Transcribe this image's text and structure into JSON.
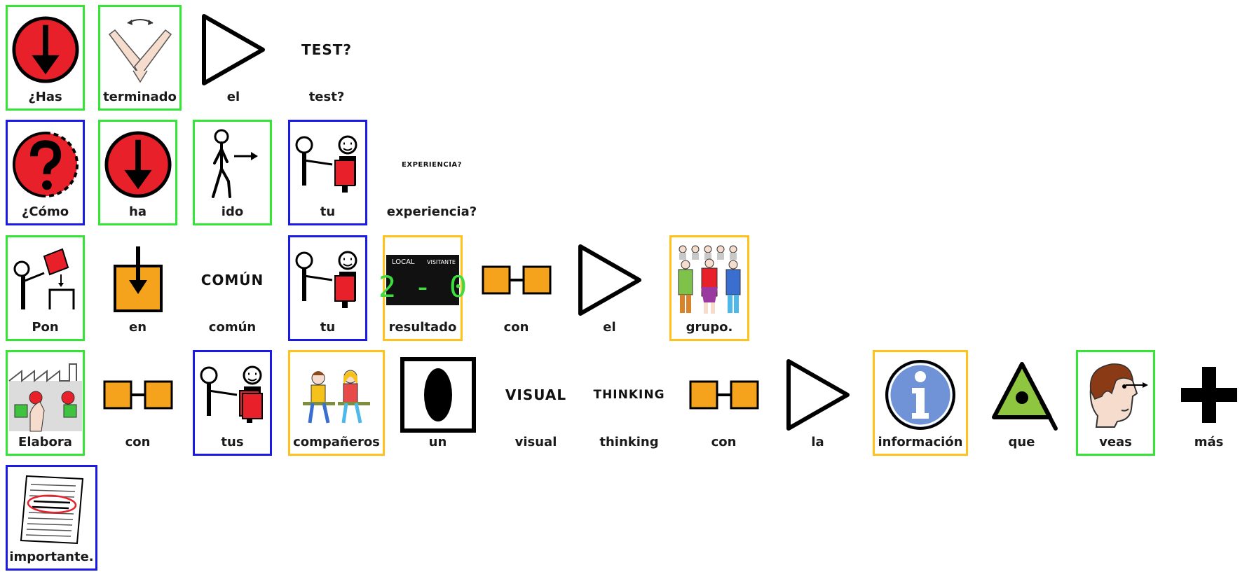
{
  "colors": {
    "green": "#33e633",
    "blue": "#1a1ae6",
    "yellow": "#ffc21a",
    "red": "#e8202a",
    "orange": "#f5a21c"
  },
  "rows": [
    {
      "cells": [
        {
          "label": "¿Has",
          "icon": "down-arrow-circle-icon",
          "border": "green"
        },
        {
          "label": "terminado",
          "icon": "crossed-hands-icon",
          "border": "green"
        },
        {
          "label": "el",
          "icon": "triangle-outline-icon",
          "border": "none"
        },
        {
          "label": "test?",
          "icon": "word-image",
          "word": "TEST?",
          "border": "none"
        }
      ]
    },
    {
      "cells": [
        {
          "label": "¿Cómo",
          "icon": "question-circle-icon",
          "border": "blue"
        },
        {
          "label": "ha",
          "icon": "down-arrow-circle-icon",
          "border": "green"
        },
        {
          "label": "ido",
          "icon": "walking-person-icon",
          "border": "green"
        },
        {
          "label": "tu",
          "icon": "giving-person-icon",
          "border": "blue"
        },
        {
          "label": "experiencia?",
          "icon": "word-image",
          "word": "EXPERIENCIA?",
          "border": "none"
        }
      ]
    },
    {
      "cells": [
        {
          "label": "Pon",
          "icon": "put-box-icon",
          "border": "green"
        },
        {
          "label": "en",
          "icon": "into-box-icon",
          "border": "none"
        },
        {
          "label": "común",
          "icon": "word-image",
          "word": "COMÚN",
          "border": "none"
        },
        {
          "label": "tu",
          "icon": "giving-person-icon",
          "border": "blue"
        },
        {
          "label": "resultado",
          "icon": "scoreboard-icon",
          "border": "yellow",
          "score": {
            "local": "LOCAL",
            "visitor": "VISITANTE",
            "value": "2 - 0"
          }
        },
        {
          "label": "con",
          "icon": "linked-squares-icon",
          "border": "none"
        },
        {
          "label": "el",
          "icon": "triangle-outline-icon",
          "border": "none"
        },
        {
          "label": "grupo.",
          "icon": "group-people-icon",
          "border": "yellow"
        }
      ]
    },
    {
      "cells": [
        {
          "label": "Elabora",
          "icon": "factory-buttons-icon",
          "border": "green"
        },
        {
          "label": "con",
          "icon": "linked-squares-icon",
          "border": "none"
        },
        {
          "label": "tus",
          "icon": "giving-person-icon",
          "border": "blue"
        },
        {
          "label": "compañeros",
          "icon": "classmates-icon",
          "border": "yellow"
        },
        {
          "label": "un",
          "icon": "ellipse-box-icon",
          "border": "none"
        },
        {
          "label": "visual",
          "icon": "word-image",
          "word": "VISUAL",
          "border": "none"
        },
        {
          "label": "thinking",
          "icon": "word-image",
          "word": "THINKING",
          "border": "none"
        },
        {
          "label": "con",
          "icon": "linked-squares-icon",
          "border": "none"
        },
        {
          "label": "la",
          "icon": "triangle-outline-icon",
          "border": "none"
        },
        {
          "label": "información",
          "icon": "info-circle-icon",
          "border": "yellow"
        },
        {
          "label": "que",
          "icon": "green-triangle-icon",
          "border": "none"
        },
        {
          "label": "veas",
          "icon": "face-looking-icon",
          "border": "green"
        },
        {
          "label": "más",
          "icon": "plus-icon",
          "border": "none"
        }
      ]
    },
    {
      "cells": [
        {
          "label": "importante.",
          "icon": "document-highlight-icon",
          "border": "blue"
        }
      ]
    }
  ]
}
